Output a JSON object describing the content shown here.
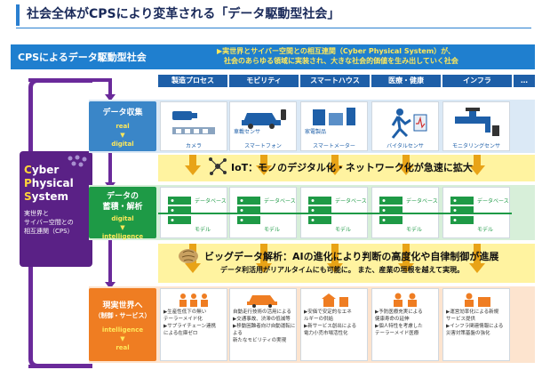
{
  "title": "社会全体がCPSにより変革される「データ駆動型社会」",
  "subheader": {
    "title": "CPSによるデータ駆動型社会",
    "desc1": "▶実世界とサイバー空間との相互連関（Cyber Physical System）が、",
    "desc2": "社会のあらゆる領域に実装され、大きな社会的価値を生み出していく社会"
  },
  "sectors": [
    "製造プロセス",
    "モビリティ",
    "スマートハウス",
    "医療・健康",
    "インフラ",
    "…"
  ],
  "cps": {
    "line1_cap": "C",
    "line1_rest": "yber",
    "line2_cap": "P",
    "line2_rest": "hysical",
    "line3_cap": "S",
    "line3_rest": "ystem",
    "desc1": "実世界と",
    "desc2": "サイバー空間との",
    "desc3": "相互連関（CPS）"
  },
  "bands": {
    "collect": {
      "main": "データ収集",
      "tag1": "real",
      "tag2": "▼",
      "tag3": "digital",
      "items": [
        {
          "cap": "カメラ",
          "sub": ""
        },
        {
          "cap": "スマートフォン",
          "sub": "車載センサ"
        },
        {
          "cap": "スマートメーター",
          "sub": "家電製品"
        },
        {
          "cap": "バイタルセンサ",
          "sub": ""
        },
        {
          "cap": "モニタリングセンサ",
          "sub": ""
        }
      ]
    },
    "iot": {
      "text": "IoT：モノのデジタル化・ネットワーク化が急速に拡大"
    },
    "analyze": {
      "main1": "データの",
      "main2": "蓄積・解析",
      "tag1": "digital",
      "tag2": "▼",
      "tag3": "intelligence",
      "db": "データベース",
      "model": "モデル"
    },
    "bigdata": {
      "text1": "ビッグデータ解析：AIの進化により判断の高度化や自律制御が進展",
      "text2": "データ利活用がリアルタイムにも可能に。 また、産業の垣根を越えて実現。"
    },
    "real": {
      "main1": "現実世界へ",
      "main2": "（制御・サービス）",
      "tag1": "intelligence",
      "tag2": "▼",
      "tag3": "real",
      "items": [
        [
          "▶生産性低下の無い",
          "テーラーメイド化",
          "▶サプライチェーン連携",
          "による在庫ゼロ"
        ],
        [
          "自動走行技術の活用による",
          "▶交通事故、渋滞の低減等",
          "▶移動困難者向け自動運転による",
          "新たなモビリティの実現"
        ],
        [
          "▶安価で安定的なエネ",
          "ルギーの供給",
          "▶新サービス創出による",
          "電力小売市場活性化"
        ],
        [
          "▶予防医療充実による",
          "健康寿命の延伸",
          "▶個人特性を考慮した",
          "テーラーメイド医療"
        ],
        [
          "▶運営効率化による新規",
          "サービス提供",
          "▶インフラ関連情報による",
          "災害対策基盤の強化"
        ]
      ]
    }
  },
  "colors": {
    "header_blue": "#1f7fcf",
    "sector_blue": "#1e5fa8",
    "cps_purple": "#5a2186",
    "collect": "#3a86c8",
    "analyze": "#1e9a46",
    "real": "#ef7d22",
    "yellow": "#fff3a0",
    "arrow": "#e8a317"
  }
}
